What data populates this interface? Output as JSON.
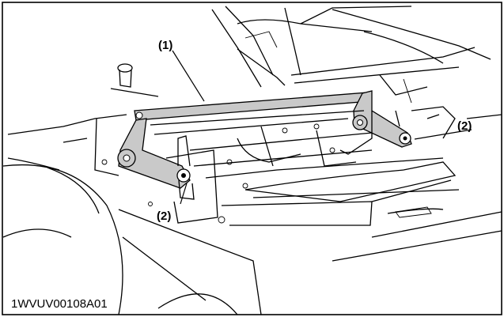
{
  "figure": {
    "callouts": {
      "label_1": "(1)",
      "label_2_left": "(2)",
      "label_2_right": "(2)"
    },
    "figure_id": "1WVUV00108A01",
    "colors": {
      "background": "#ffffff",
      "frame": "#000000",
      "linkage_fill": "#c9c9c9",
      "line_art": "#000000"
    }
  }
}
